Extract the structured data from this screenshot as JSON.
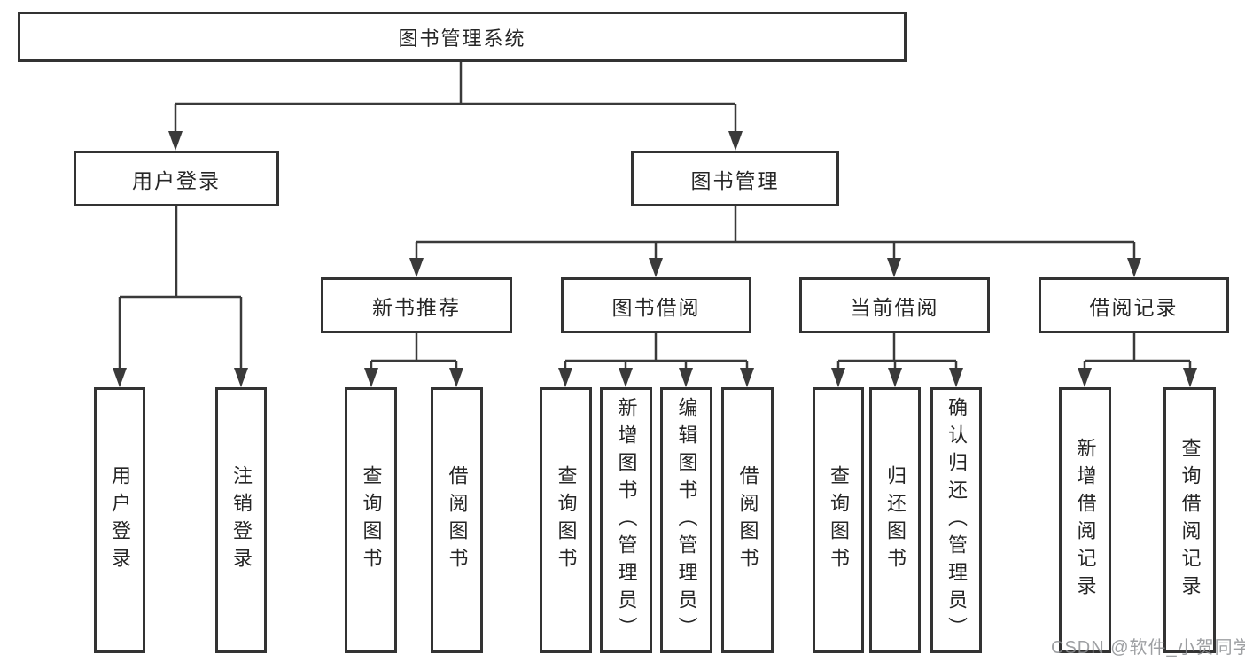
{
  "diagram": {
    "root": {
      "label": "图书管理系统",
      "children": [
        {
          "label": "用户登录",
          "children": [
            {
              "label": "用户登录"
            },
            {
              "label": "注销登录"
            }
          ]
        },
        {
          "label": "图书管理",
          "children": [
            {
              "label": "新书推荐",
              "children": [
                {
                  "label": "查询图书"
                },
                {
                  "label": "借阅图书"
                }
              ]
            },
            {
              "label": "图书借阅",
              "children": [
                {
                  "label": "查询图书"
                },
                {
                  "label": "新增图书（管理员）"
                },
                {
                  "label": "编辑图书（管理员）"
                },
                {
                  "label": "借阅图书"
                }
              ]
            },
            {
              "label": "当前借阅",
              "children": [
                {
                  "label": "查询图书"
                },
                {
                  "label": "归还图书"
                },
                {
                  "label": "确认归还（管理员）"
                }
              ]
            },
            {
              "label": "借阅记录",
              "children": [
                {
                  "label": "新增借阅记录"
                },
                {
                  "label": "查询借阅记录"
                }
              ]
            }
          ]
        }
      ]
    }
  },
  "watermark": {
    "text": "CSDN @软件_小贺同学"
  },
  "colors": {
    "line": "#3a3a3a",
    "box_border": "#333333",
    "text": "#262626",
    "watermark": "#8c8e92",
    "background": "#ffffff"
  }
}
